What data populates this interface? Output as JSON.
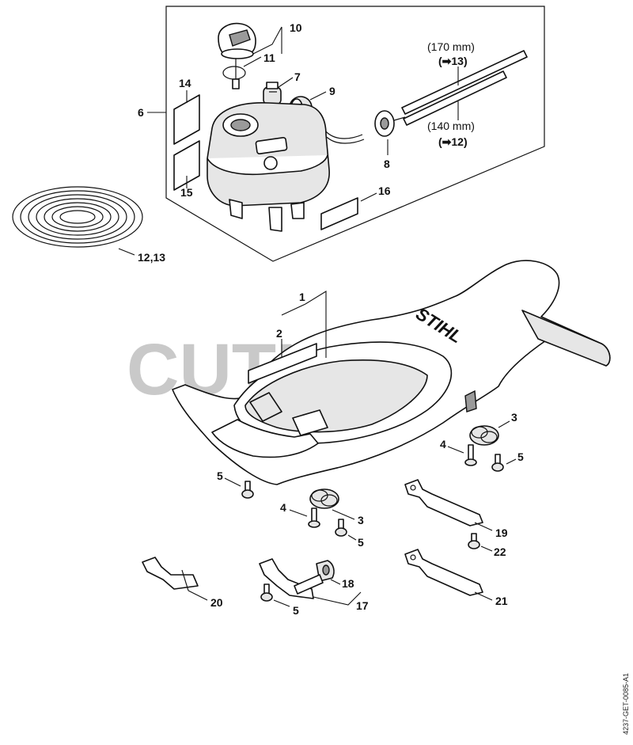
{
  "watermark": "CUTLER'S",
  "document_id": "4237-GET-0085-A1",
  "brand_mark": "STIHL",
  "fuel_line_notes": {
    "long_length": "(170 mm)",
    "long_ref": "(➡13)",
    "short_length": "(140 mm)",
    "short_ref": "(➡12)"
  },
  "callouts": {
    "c10": "10",
    "c11": "11",
    "c7": "7",
    "c9": "9",
    "c6": "6",
    "c14": "14",
    "c15": "15",
    "c8": "8",
    "c16": "16",
    "c12_13": "12,13",
    "c1": "1",
    "c2": "2",
    "c3a": "3",
    "c4a": "4",
    "c5a": "5",
    "c5b": "5",
    "c4b": "4",
    "c3b": "3",
    "c5c": "5",
    "c19": "19",
    "c22": "22",
    "c18": "18",
    "c17": "17",
    "c20": "20",
    "c5d": "5",
    "c21": "21"
  }
}
